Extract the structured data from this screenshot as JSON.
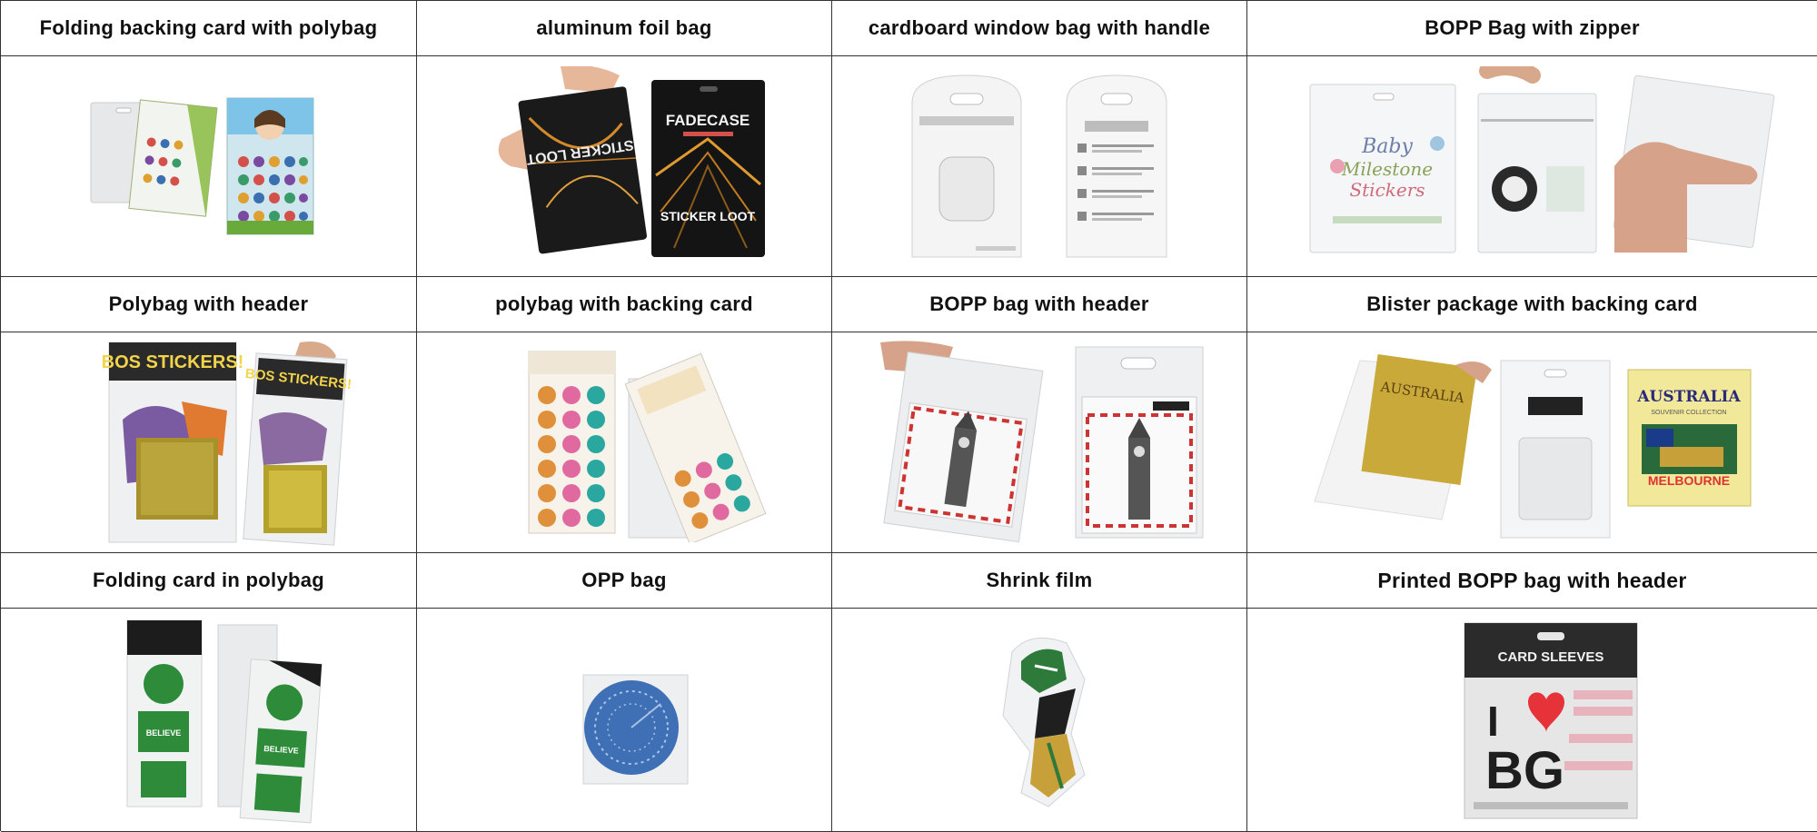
{
  "rows": [
    {
      "headers": [
        "Folding backing card with polybag",
        "aluminum foil bag",
        "cardboard window bag with handle",
        "BOPP Bag with zipper"
      ]
    },
    {
      "headers": [
        "Polybag with header",
        "polybag with backing card",
        "BOPP bag with header",
        "Blister package with backing card"
      ]
    },
    {
      "headers": [
        "Folding card in polybag",
        "OPP bag",
        "Shrink film",
        "Printed BOPP bag with header"
      ]
    }
  ],
  "product_text": {
    "fadecase": "FADECASE",
    "sticker_loot": "STICKER LOOT",
    "baby_line1": "Baby",
    "baby_line2": "Milestone",
    "baby_line3": "Stickers",
    "bos_stickers": "BOS STICKERS!",
    "australia": "AUSTRALIA",
    "melbourne": "MELBOURNE",
    "souvenir": "SOUVENIR COLLECTION",
    "card_sleeves": "CARD SLEEVES",
    "bg": "BG",
    "i_letter": "I",
    "believe": "BELIEVE"
  },
  "colors": {
    "grid_line": "#333333",
    "header_text": "#111111",
    "foil_black": "#1a1a1a",
    "sticker_green": "#2e8b3a",
    "disc_blue": "#3f6fb5",
    "gold": "#c9a93a"
  }
}
